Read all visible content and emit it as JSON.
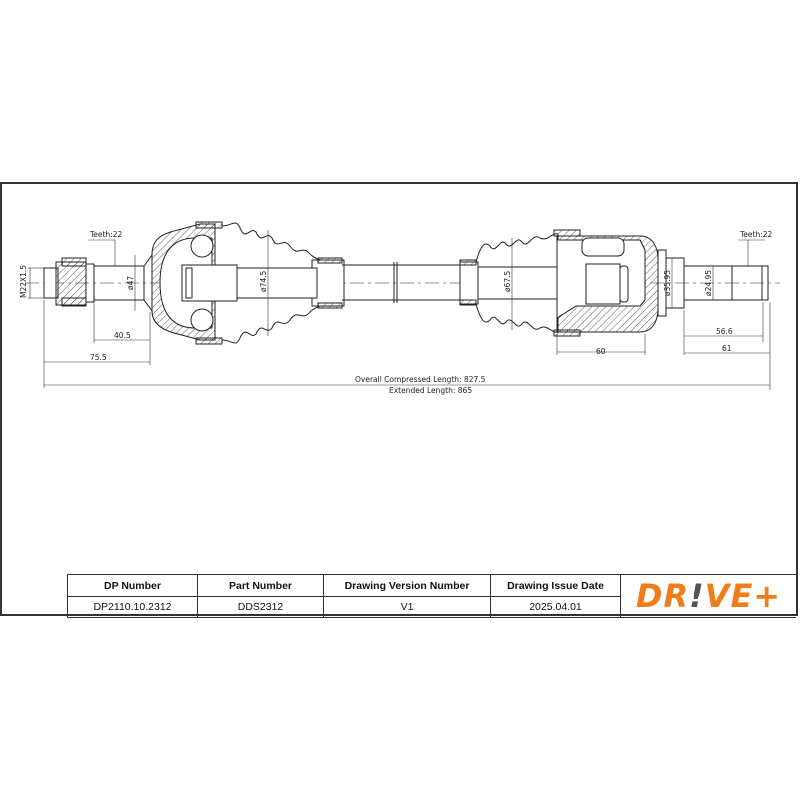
{
  "drawing": {
    "labels": {
      "teeth_left": "Teeth:22",
      "teeth_right": "Teeth:22",
      "thread": "M22X1.5",
      "dia_47": "ø47",
      "dia_74_5": "ø74.5",
      "dia_67_5": "ø67.5",
      "dia_35_95": "ø35.95",
      "dia_24_95": "ø24.95",
      "dim_40_5": "40.5",
      "dim_75_5": "75.5",
      "dim_60": "60",
      "dim_56_6": "56.6",
      "dim_61": "61",
      "overall_compressed": "Overall  Compressed  Length: 827.5",
      "extended": "Extended  Length: 865"
    }
  },
  "title_block": {
    "headers": [
      "DP Number",
      "Part Number",
      "Drawing Version Number",
      "Drawing Issue Date"
    ],
    "values": [
      "DP2110.10.2312",
      "DDS2312",
      "V1",
      "2025.04.01"
    ]
  },
  "logo": {
    "part1": "DR",
    "part2": "!",
    "part3": "VE+",
    "color_primary": "#f07d1a",
    "color_accent": "#555555"
  }
}
